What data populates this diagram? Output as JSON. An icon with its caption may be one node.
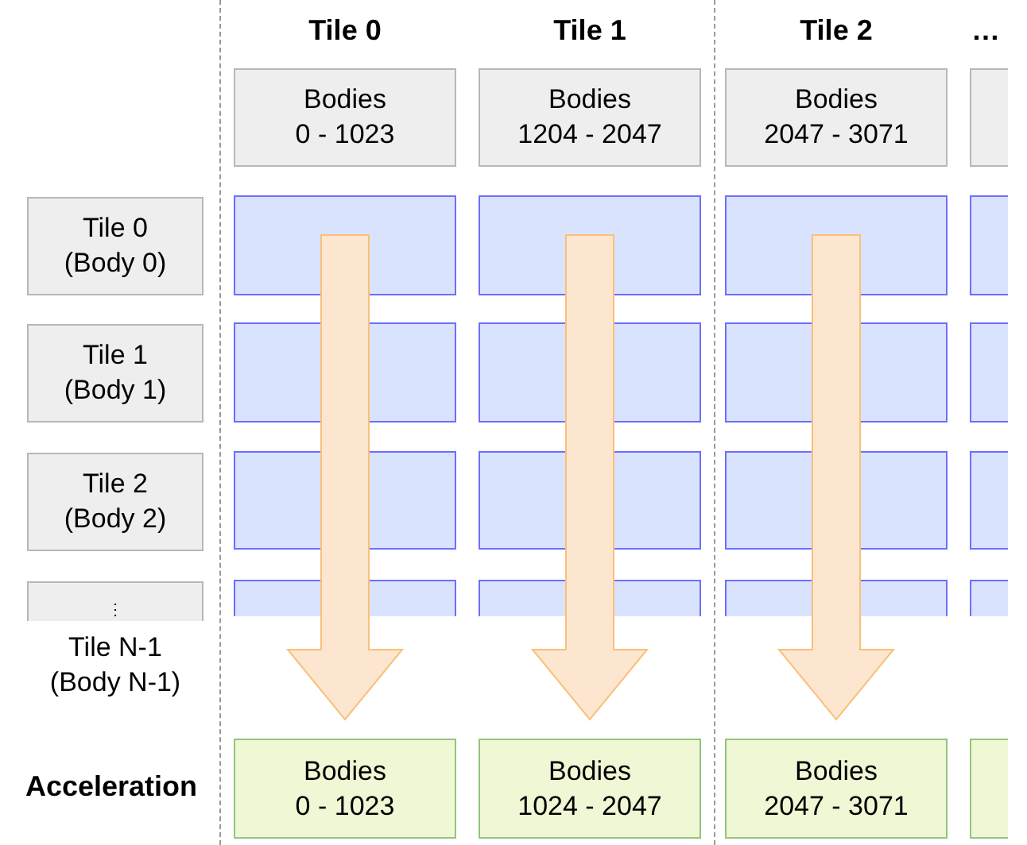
{
  "diagram": {
    "nodes": [
      {
        "text": [
          "Bodies 0 - 1023"
        ]
      },
      {
        "text": [
          "Bodies 1204 - 2047"
        ]
      },
      {
        "text": [
          "Bodies 2047 - 3071"
        ]
      },
      {
        "text": [],
        "shape": "box"
      },
      {
        "text": [
          "Tile 0 (Body 0)"
        ]
      },
      {
        "text": [],
        "shape": "box"
      },
      {
        "text": [],
        "shape": "box"
      },
      {
        "text": [],
        "shape": "box"
      },
      {
        "text": [],
        "shape": "box"
      },
      {
        "text": [
          "Tile 1 (Body 1)"
        ]
      },
      {
        "text": [],
        "shape": "box"
      },
      {
        "text": [],
        "shape": "box"
      },
      {
        "text": [],
        "shape": "box"
      },
      {
        "text": [],
        "shape": "box"
      },
      {
        "text": [
          "Tile 2 (Body 2)"
        ]
      },
      {
        "text": [],
        "shape": "box"
      },
      {
        "text": [],
        "shape": "box"
      },
      {
        "text": [],
        "shape": "box"
      },
      {
        "text": [],
        "shape": "box"
      },
      {
        "text": [
          "⋮"
        ]
      },
      {
        "text": [],
        "shape": "box"
      },
      {
        "text": [],
        "shape": "box"
      },
      {
        "text": [],
        "shape": "box"
      },
      {
        "text": [],
        "shape": "box"
      },
      {
        "text": [
          "Bodies 0 - 1023"
        ]
      },
      {
        "text": [
          "Bodies 1024 - 2047"
        ]
      },
      {
        "text": [
          "Bodies 2047 - 3071"
        ]
      },
      {
        "text": [],
        "shape": "box"
      }
    ],
    "labels": [
      "Tile 0",
      "Tile 1",
      "Tile 2",
      "…",
      "Tile N-1 (Body N-1)",
      "Acceleration"
    ]
  }
}
